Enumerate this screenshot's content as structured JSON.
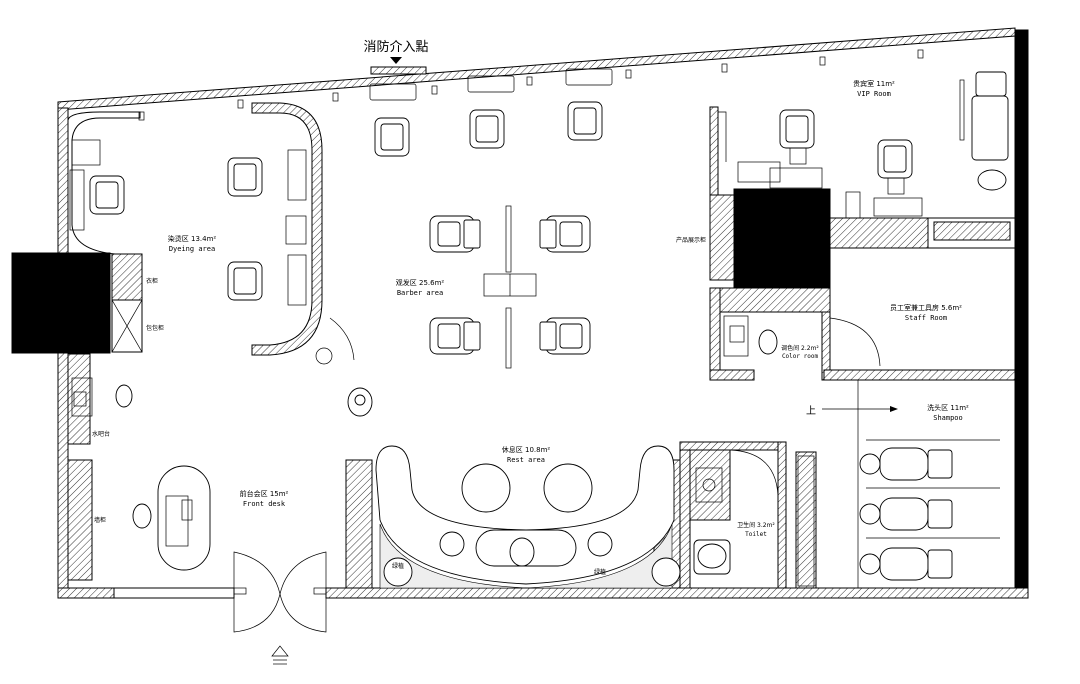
{
  "fire": "消防介入點",
  "up": "上",
  "rooms": {
    "dyeing_cn": "染烫区 13.4m²",
    "dyeing_en": "Dyeing area",
    "barber_cn": "观发区 25.6m²",
    "barber_en": "Barber area",
    "vip_cn": "贵宾室 11m²",
    "vip_en": "VIP Room",
    "staff_cn": "员工室兼工具房 5.6m²",
    "staff_en": "Staff Room",
    "color_cn": "调色间 2.2m²",
    "color_en": "Color room",
    "shampoo_cn": "洗头区 11m²",
    "shampoo_en": "Shampoo",
    "rest_cn": "休息区 10.8m²",
    "rest_en": "Rest area",
    "toilet_cn": "卫生间 3.2m²",
    "toilet_en": "Toilet",
    "front_cn": "前台会区 15m²",
    "front_en": "Front desk"
  },
  "furniture": {
    "shoe": "衣柜",
    "bag": "包包柜",
    "water": "水吧台",
    "product": "产品展示柜",
    "display": "墙柜",
    "plant1": "绿植",
    "plant2": "绿植"
  }
}
